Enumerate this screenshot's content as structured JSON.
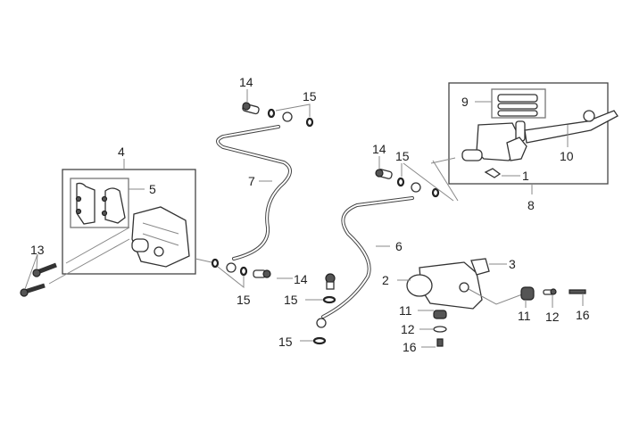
{
  "title": "Brake system exploded parts diagram",
  "labels": {
    "p1": "1",
    "p2": "2",
    "p3": "3",
    "p4": "4",
    "p5": "5",
    "p6": "6",
    "p7": "7",
    "p8": "8",
    "p9": "9",
    "p10": "10",
    "p11a": "11",
    "p11b": "11",
    "p12a": "12",
    "p12b": "12",
    "p13": "13",
    "p14a": "14",
    "p14b": "14",
    "p14c": "14",
    "p15a": "15",
    "p15b": "15",
    "p15c": "15",
    "p15d": "15",
    "p15e": "15",
    "p16a": "16",
    "p16b": "16"
  },
  "colors": {
    "line": "#444444",
    "leader": "#888888",
    "background": "#ffffff"
  }
}
